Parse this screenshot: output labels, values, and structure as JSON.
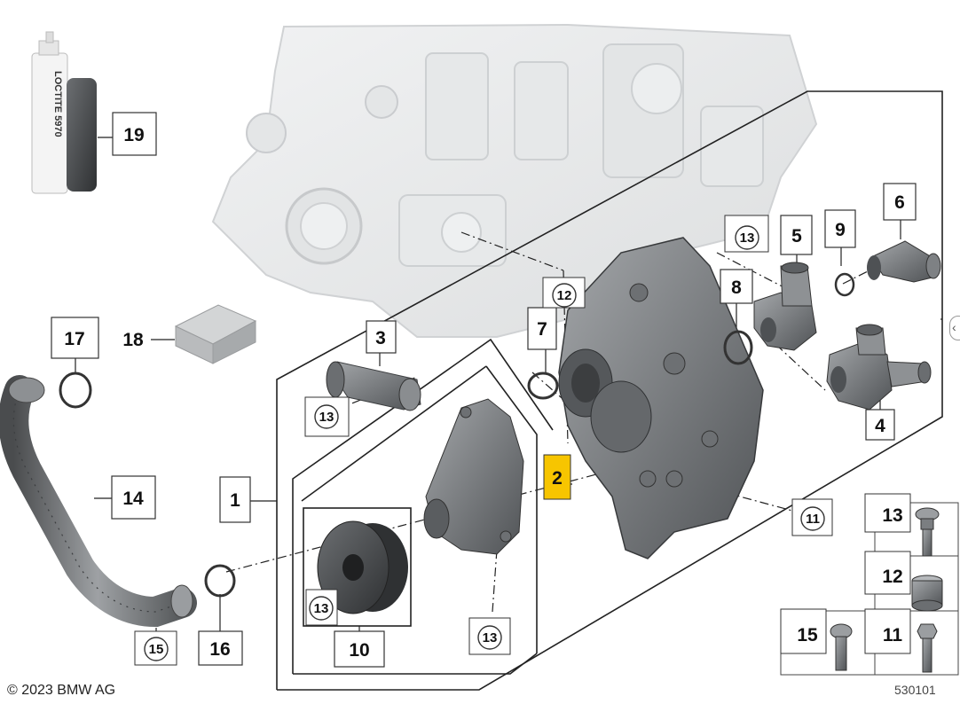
{
  "diagram": {
    "copyright": "© 2023 BMW AG",
    "diagram_number": "530101",
    "highlight_color": "#f7c500",
    "part_color": "#7a7d80",
    "engine_block_color": "#e9eaeb",
    "callouts": {
      "c1": "1",
      "c2": "2",
      "c3": "3",
      "c4": "4",
      "c5": "5",
      "c6": "6",
      "c7": "7",
      "c8": "8",
      "c9": "9",
      "c10": "10",
      "c11": "11",
      "c12": "12",
      "c13": "13",
      "c14": "14",
      "c15": "15",
      "c16": "16",
      "c17": "17",
      "c18": "18",
      "c19": "19"
    },
    "legend": {
      "l13": "13",
      "l12": "12",
      "l15": "15",
      "l11": "11"
    },
    "tube_text": "LOCTITE 5970"
  }
}
